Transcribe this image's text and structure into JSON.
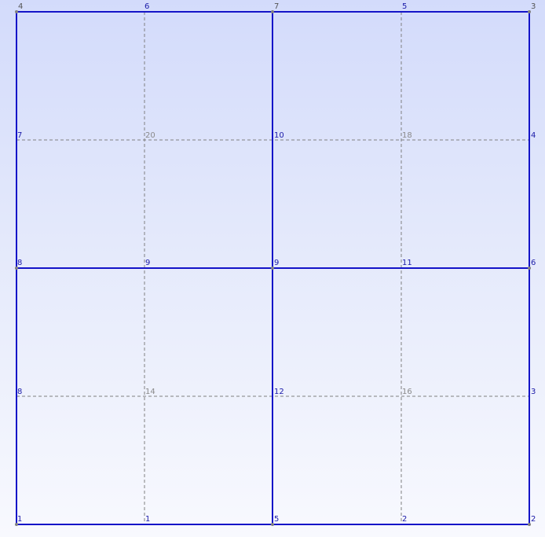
{
  "viewport": {
    "background_top": "#d3dbfb",
    "background_bottom": "#f8f9fe"
  },
  "colors": {
    "element_edge": "#1414c8",
    "grid_line": "#808080",
    "corner_node": "#808080",
    "label_blue": "#1a1aa8",
    "label_grey": "#8a8a8a",
    "label_dark": "#555555"
  },
  "labels": {
    "top": {
      "c0": "4",
      "c1": "6",
      "c2": "7",
      "c3": "5",
      "c4": "3"
    },
    "row2": {
      "c0": "7",
      "c1": "20",
      "c2": "10",
      "c3": "18",
      "c4": "4"
    },
    "row3": {
      "c0": "8",
      "c1": "9",
      "c2": "9",
      "c3": "11",
      "c4": "6"
    },
    "row4": {
      "c0": "8",
      "c1": "14",
      "c2": "12",
      "c3": "16",
      "c4": "3"
    },
    "bottom": {
      "c0": "1",
      "c1": "1",
      "c2": "5",
      "c3": "2",
      "c4": "2"
    }
  }
}
